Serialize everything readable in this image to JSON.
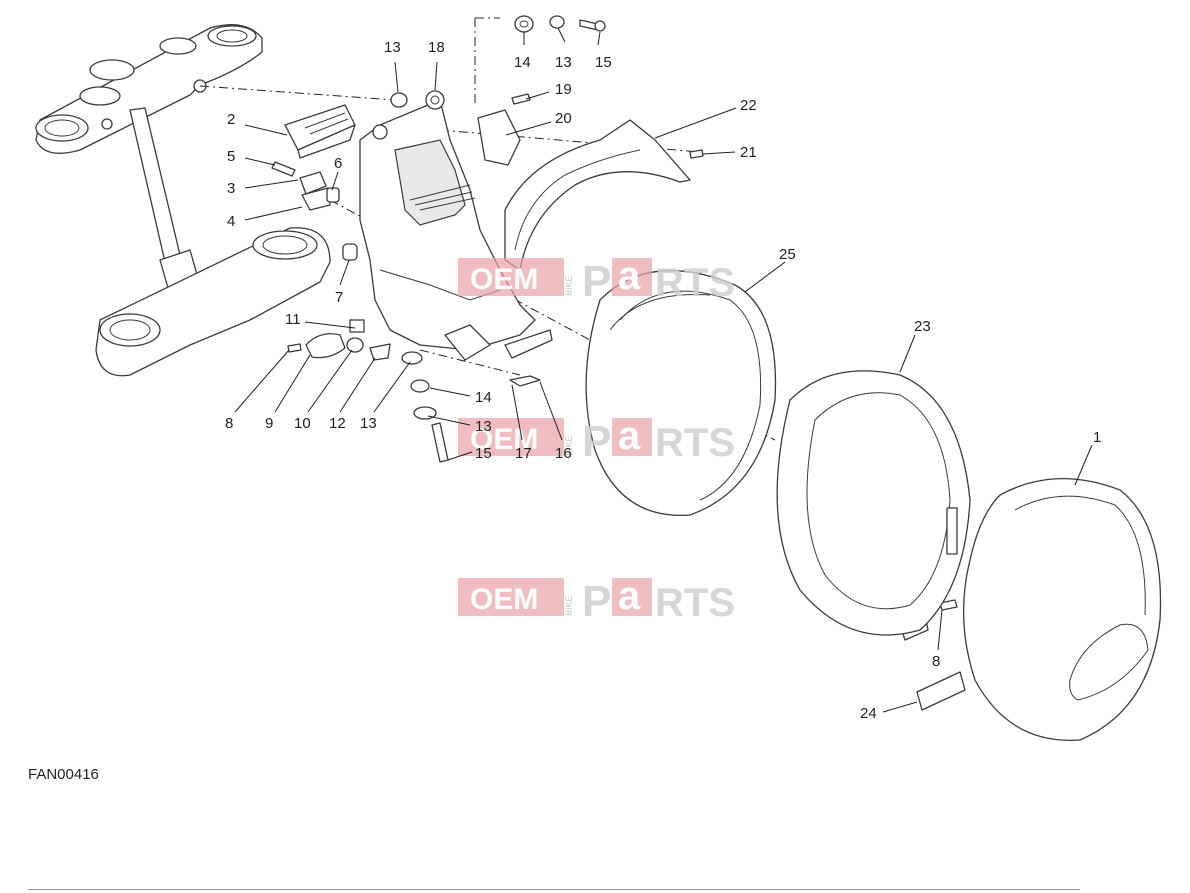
{
  "diagram": {
    "drawing_code": "FAN00416",
    "watermark": {
      "oem": "OEM",
      "bike": "BIKE",
      "p": "P",
      "a": "a",
      "rts": "RTS"
    },
    "callouts": {
      "c1": "1",
      "c2": "2",
      "c3": "3",
      "c4": "4",
      "c5": "5",
      "c6": "6",
      "c7": "7",
      "c8a": "8",
      "c8b": "8",
      "c9": "9",
      "c10": "10",
      "c11": "11",
      "c12": "12",
      "c13a": "13",
      "c13b": "13",
      "c13c": "13",
      "c13d": "13",
      "c14a": "14",
      "c14b": "14",
      "c15a": "15",
      "c15b": "15",
      "c16": "16",
      "c17": "17",
      "c18": "18",
      "c19": "19",
      "c20": "20",
      "c21": "21",
      "c22": "22",
      "c23": "23",
      "c24": "24",
      "c25": "25"
    }
  }
}
